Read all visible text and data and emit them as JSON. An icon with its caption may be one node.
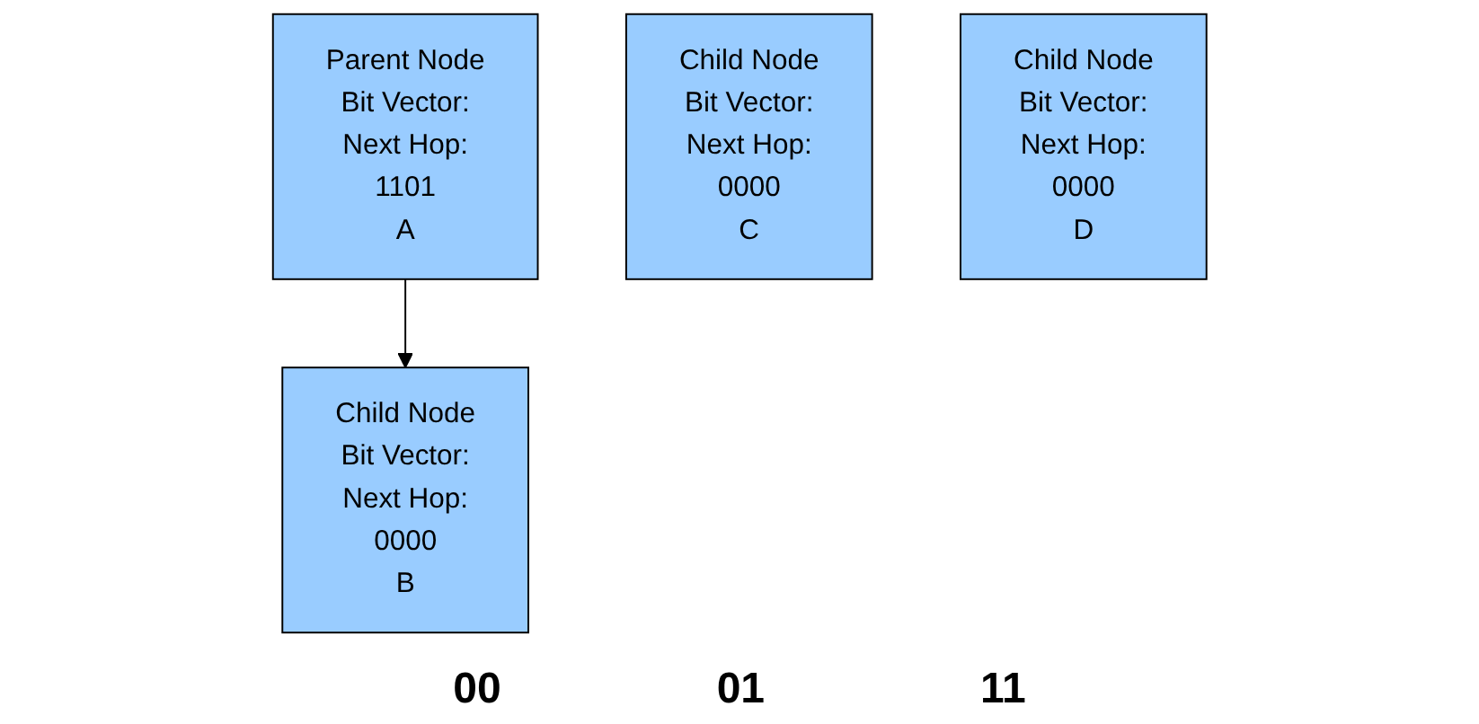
{
  "diagram": {
    "nodes": [
      {
        "text": [
          "Parent Node",
          "Bit Vector:",
          "Next Hop:",
          "1101",
          "A"
        ]
      },
      {
        "text": [
          "Child Node",
          "Bit Vector:",
          "Next Hop:",
          "0000",
          "B"
        ]
      },
      {
        "text": [
          "Child Node",
          "Bit Vector:",
          "Next Hop:",
          "0000",
          "C"
        ]
      },
      {
        "text": [
          "Child Node",
          "Bit Vector:",
          "Next Hop:",
          "0000",
          "D"
        ]
      }
    ],
    "edges": [
      {
        "from": 0,
        "to": 1,
        "arrow": "to"
      }
    ],
    "labels": [
      "00",
      "01",
      "11"
    ]
  }
}
